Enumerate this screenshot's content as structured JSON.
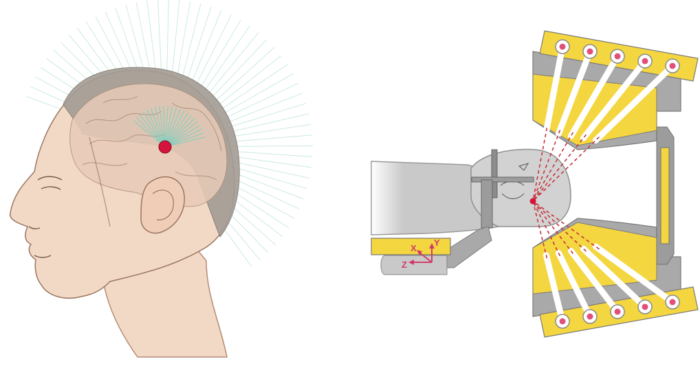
{
  "colors": {
    "background": "#ffffff",
    "skin": "#f1d9c6",
    "skin_shadow": "#d9b29a",
    "hair": "#a39c94",
    "brain": "#e8ccb8",
    "beam_teal": "#7fcfc0",
    "target_red": "#d4143c",
    "machine_gray": "#a9a9a9",
    "collimator_yellow": "#f4d640",
    "beam_path_red": "#c8323c",
    "source_pink": "#e0507a"
  },
  "icons": {
    "left": "head-radiosurgery-illustration",
    "right": "gamma-knife-schematic"
  },
  "axes": {
    "x": "X",
    "y": "Y",
    "z": "Z"
  }
}
